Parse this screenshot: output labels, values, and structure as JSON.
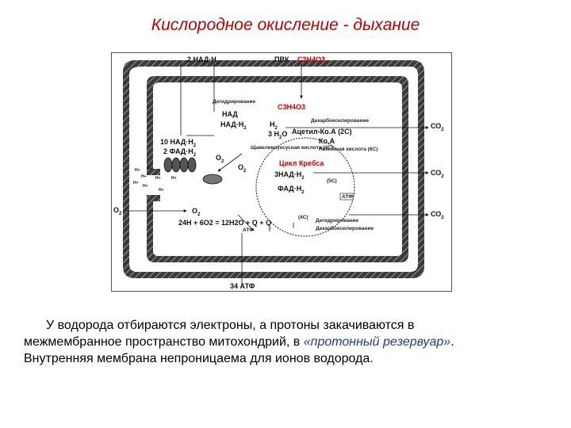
{
  "title": "Кислородное окисление - дыхание",
  "diagram": {
    "top_nad": "2 НАД·Н",
    "top_nad_sub": "2",
    "pvk": "ПВК",
    "pvk_formula": "С3Н4О3",
    "degidrirovanie_1": "Дегидрирование",
    "c3h4o3_inner": "С3Н4О3",
    "dekarboksilirovanie_1": "Декарбоксилирование",
    "nad": "НАД",
    "nad_h2": "НАД·Н",
    "h2_sub": "2",
    "h2_label": "Н",
    "acetyl_coa": "Ацетил-Ко.А (2С)",
    "h2o_3": "3 Н",
    "h2o_3_tail": "О",
    "coa": "Ко.А",
    "nad_10": "10 НАД·Н",
    "fad_2": "2 ФАД·Н",
    "o2_mid": "О",
    "o2_mid2": "О",
    "oxaloacetic": "Щавелевоуксусная кислота (4С)",
    "citric": "Лимонная кислота (6С)",
    "krebs": "Цикл Кребса",
    "nad_3": "3НАД·Н",
    "fad_krebs": "ФАД·Н",
    "c5": "(5С)",
    "c4": "(4С)",
    "atf_box": "АТФ",
    "o2_left": "О",
    "o2_center": "О",
    "equation": "24Н + 6О2 = 12Н2О + Q + Q",
    "atf_eq": "АТФ",
    "t_eq": "Т",
    "degidrirovanie_2": "Дегидрирование",
    "dekarboksilirovanie_2": "Декарбоксилирование",
    "co2_1": "СО",
    "co2_2": "СО",
    "co2_3": "СО",
    "sub2": "2",
    "atf_34": "34 АТФ",
    "protons": "Н+"
  },
  "caption": {
    "line1": "У водорода отбираются электроны, а протоны закачиваются в",
    "line2_pre": "межмембранное пространство митохондрий, в ",
    "line2_em": "«протонный резервуар»",
    "line2_post": ".",
    "line3": "Внутренняя мембрана непроницаема для ионов водорода."
  }
}
